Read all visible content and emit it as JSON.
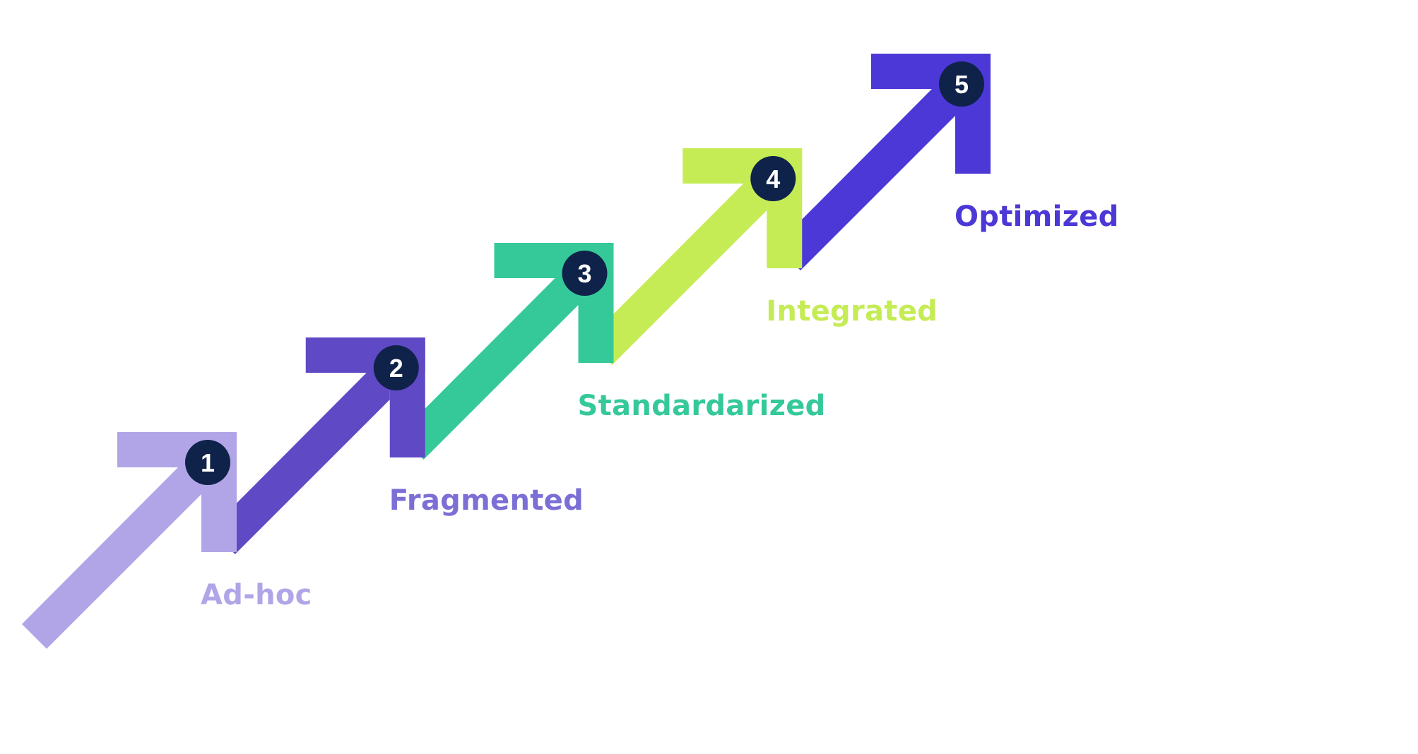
{
  "diagram": {
    "type": "maturity-staircase",
    "badge_color": "#0f2249",
    "badge_text_color": "#ffffff",
    "steps": [
      {
        "number": "1",
        "label": "Ad-hoc",
        "arrow_color": "#b1a5e8",
        "label_color": "#b1a5e8"
      },
      {
        "number": "2",
        "label": "Fragmented",
        "arrow_color": "#6049c4",
        "label_color": "#7b6fd6"
      },
      {
        "number": "3",
        "label": "Standardarized",
        "arrow_color": "#35c99a",
        "label_color": "#35c99a"
      },
      {
        "number": "4",
        "label": "Integrated",
        "arrow_color": "#c5ec55",
        "label_color": "#c5ec55"
      },
      {
        "number": "5",
        "label": "Optimized",
        "arrow_color": "#4c38d6",
        "label_color": "#4c38d6"
      }
    ]
  }
}
